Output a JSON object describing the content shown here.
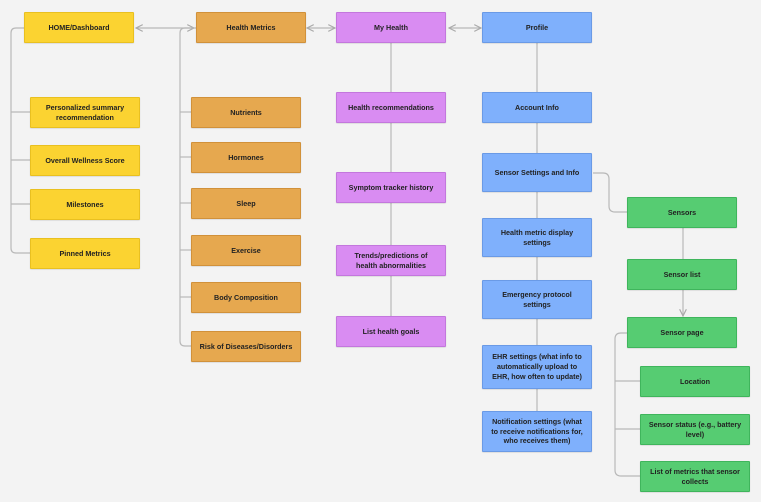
{
  "columns": {
    "home": {
      "title": "HOME/Dashboard",
      "items": [
        "Personalized summary recommendation",
        "Overall Wellness Score",
        "Milestones",
        "Pinned Metrics"
      ]
    },
    "health_metrics": {
      "title": "Health Metrics",
      "items": [
        "Nutrients",
        "Hormones",
        "Sleep",
        "Exercise",
        "Body Composition",
        "Risk of Diseases/Disorders"
      ]
    },
    "my_health": {
      "title": "My Health",
      "items": [
        "Health recommendations",
        "Symptom tracker history",
        "Trends/predictions of health abnormalities",
        "List health goals"
      ]
    },
    "profile": {
      "title": "Profile",
      "items": [
        "Account Info",
        "Sensor Settings and Info",
        "Health metric display settings",
        "Emergency protocol settings",
        "EHR settings (what info to automatically upload to EHR, how often to update)",
        "Notification settings (what to receive notifications for, who receives them)"
      ]
    },
    "sensors": {
      "title": "Sensors",
      "list": "Sensor list",
      "page": "Sensor page",
      "page_items": [
        "Location",
        "Sensor status (e.g., battery level)",
        "List of metrics that sensor collects"
      ]
    }
  },
  "colors": {
    "home": "#fbd331",
    "health_metrics": "#e6a84f",
    "my_health": "#d98cf2",
    "profile": "#7fb0fc",
    "sensors": "#56cc72",
    "connector": "#b5b5b5",
    "background": "#f3f3f3"
  }
}
